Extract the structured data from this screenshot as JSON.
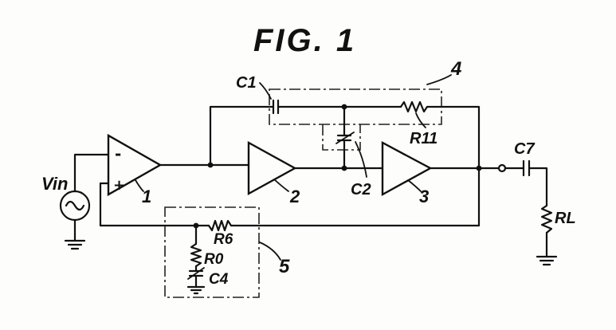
{
  "title": "FIG. 1",
  "labels": {
    "vin": "Vin",
    "amp1": "1",
    "amp2": "2",
    "amp3": "3",
    "c1": "C1",
    "c2": "C2",
    "c4": "C4",
    "c7": "C7",
    "r6": "R6",
    "r0": "R0",
    "r11": "R11",
    "rl": "RL",
    "block4": "4",
    "block5": "5"
  },
  "amp_signs": {
    "minus": "-",
    "plus": "+"
  }
}
